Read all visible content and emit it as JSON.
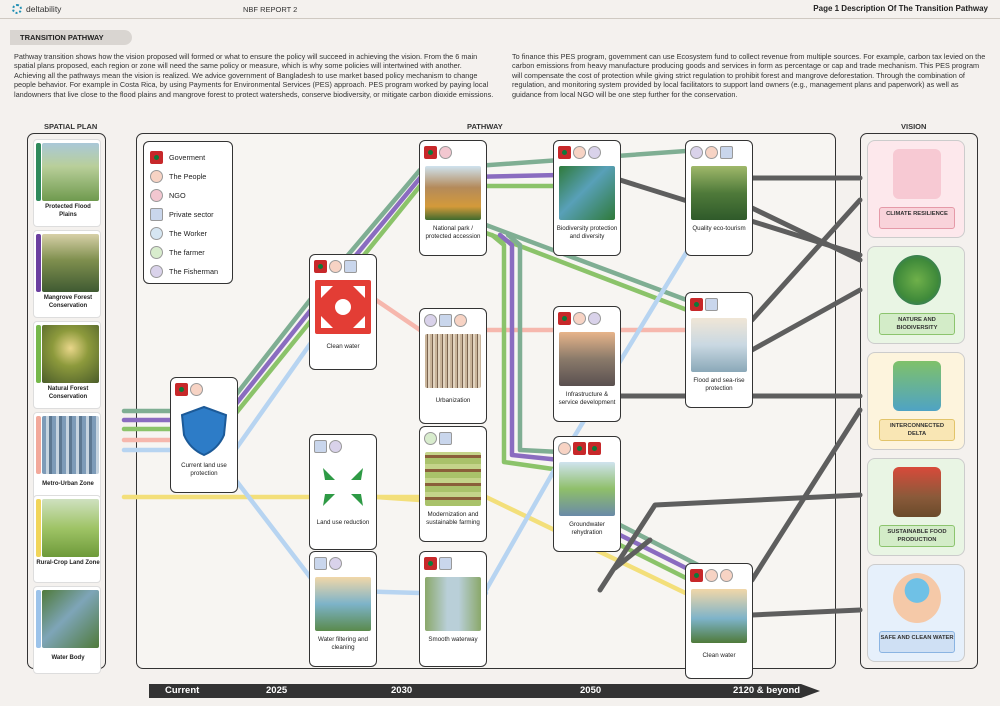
{
  "header": {
    "logo_text": "deltability",
    "report_label": "NBF REPORT 2",
    "page_title": "Page 1 Description Of The Transition Pathway"
  },
  "section_tab": "TRANSITION PATHWAY",
  "intro": {
    "left": "Pathway transition shows how the vision proposed will formed or what to ensure the policy will succeed in achieving the vision. From the 6 main spatial plans proposed, each region or zone will need the same policy or measure, which is why some policies will intertwined with another. Achieving all the pathways mean the vision is realized. We advice government of Bangladesh to use market based policy mechanism to change people behavior. For example in Costa Rica, by using Payments for Environmental Services (PES) approach. PES program worked by paying local landowners that live close to the flood plains and mangrove forest to protect watersheds, conserve biodiversity, or mitigate carbon dioxide emissions.",
    "right": "To finance this PES program, government can use Ecosystem fund to collect revenue from multiple sources. For example, carbon tax levied on the carbon emissions from heavy manufacture producing goods and services in form as percentage or cap and trade mechanism. This PES program will compensate the cost of protection while giving strict regulation to prohibit forest and mangrove deforestation. Through the combination of regulation, and monitoring system provided by local facilitators to support land owners (e.g., management plans and paperwork) as well as guidance from local NGO will be one step further for the conservation."
  },
  "columns": {
    "spatial": "SPATIAL PLAN",
    "pathway": "PATHWAY",
    "vision": "VISION"
  },
  "spatial_plans": [
    {
      "label": "Protected Flood Plains",
      "color": "#2f8a5c"
    },
    {
      "label": "Mangrove Forest Conservation",
      "color": "#6b3fa0"
    },
    {
      "label": "Natural Forest Conservation",
      "color": "#76b84a"
    },
    {
      "label": "Metro-Urban Zone",
      "color": "#f2a99b"
    },
    {
      "label": "Rural-Crop Land Zone",
      "color": "#f1d55a"
    },
    {
      "label": "Water Body",
      "color": "#9cc3ea"
    }
  ],
  "legend": [
    {
      "icon": "gov",
      "label": "Goverment"
    },
    {
      "icon": "people",
      "label": "The People"
    },
    {
      "icon": "ngo",
      "label": "NGO"
    },
    {
      "icon": "private",
      "label": "Private sector"
    },
    {
      "icon": "worker",
      "label": "The Worker"
    },
    {
      "icon": "farmer",
      "label": "The farmer"
    },
    {
      "icon": "fisher",
      "label": "The Fisherman"
    }
  ],
  "nodes": {
    "current": "Current land use protection",
    "clean_water_1": "Clean water",
    "land_use": "Land use reduction",
    "water_filter": "Water filtering and cleaning",
    "national_park": "National park / protected accession",
    "urbanization": "Urbanization",
    "modern_farming": "Modernization and sustainable farming",
    "smooth_waterway": "Smooth waterway",
    "biodiversity": "Biodiversity protection and diversity",
    "infrastructure": "Infrastructure & service development",
    "groundwater": "Groundwater rehydration",
    "eco_tourism": "Quality eco-tourism",
    "flood_protection": "Flood and sea-rise protection",
    "clean_water_2": "Clean water"
  },
  "visions": [
    {
      "label": "CLIMATE RESILIENCE",
      "bg": "#fde8ec",
      "tag": "#f9d3da"
    },
    {
      "label": "NATURE AND BIODIVERSITY",
      "bg": "#e9f5e4",
      "tag": "#d3ecc8"
    },
    {
      "label": "INTERCONNECTED DELTA",
      "bg": "#fdf4dd",
      "tag": "#f9e6b4"
    },
    {
      "label": "SUSTAINABLE FOOD PRODUCTION",
      "bg": "#e9f5e4",
      "tag": "#d3ecc8"
    },
    {
      "label": "SAFE AND CLEAN WATER",
      "bg": "#e6f0fb",
      "tag": "#cfe0f4"
    }
  ],
  "timeline": [
    "Current",
    "2025",
    "2030",
    "2050",
    "2120 & beyond"
  ],
  "colors": {
    "flood": "#7fae93",
    "mangrove": "#8a6cc0",
    "forest": "#8bc36a",
    "metro": "#f6b7ad",
    "rural": "#f3df7a",
    "water": "#b7d4f1",
    "vision_line": "#5e5e5e"
  }
}
